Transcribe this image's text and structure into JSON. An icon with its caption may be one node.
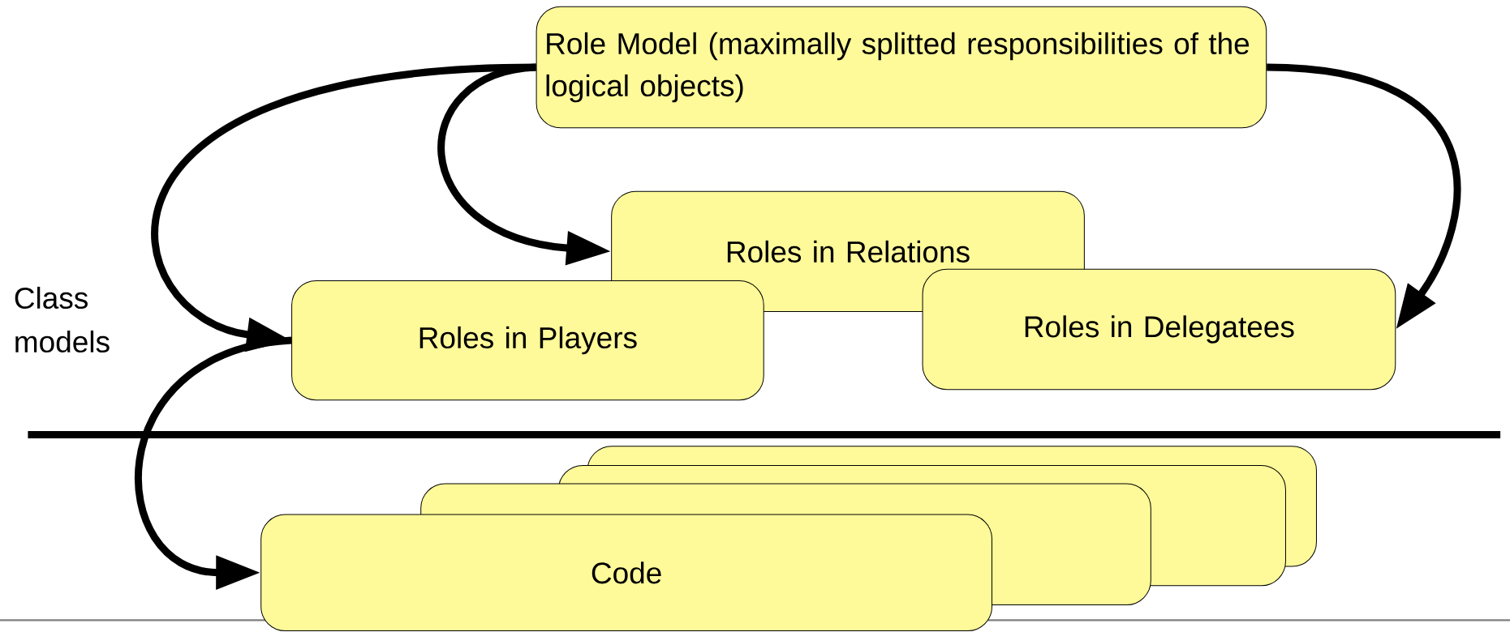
{
  "diagram": {
    "nodes": [
      {
        "text": [
          "Role Model (maximally splitted responsibilities of the logical objects)"
        ]
      },
      {
        "text": [
          "Roles in Relations"
        ]
      },
      {
        "text": [
          "Roles in Players"
        ]
      },
      {
        "text": [
          "Roles in Delegatees"
        ]
      },
      {
        "text": [],
        "shape": "box"
      },
      {
        "text": [],
        "shape": "box"
      },
      {
        "text": [],
        "shape": "box"
      },
      {
        "text": [
          "Code"
        ]
      }
    ],
    "edges": [
      {
        "from": 0,
        "to": 2,
        "arrow": "to"
      },
      {
        "from": 0,
        "to": 1,
        "arrow": "to"
      },
      {
        "from": 0,
        "to": 3,
        "arrow": "to"
      },
      {
        "from": 2,
        "to": 7,
        "arrow": "to"
      }
    ],
    "labels": [
      "Class models"
    ]
  }
}
